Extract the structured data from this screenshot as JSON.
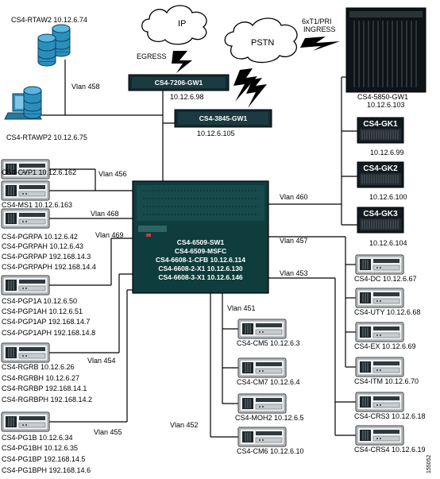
{
  "clouds": {
    "ip": "IP",
    "pstn": "PSTN"
  },
  "links": {
    "egress": "EGRESS",
    "ingress_line1": "6xT1/PRI",
    "ingress_line2": "INGRESS"
  },
  "routers": {
    "gw7206": {
      "name": "CS4-7206-GW1",
      "ip": "10.12.6.98"
    },
    "gw3845": {
      "name": "CS4-3845-GW1",
      "ip": "10.12.6.105"
    },
    "gw5850": {
      "name": "CS4-5850-GW1",
      "ip": "10.12.6.103"
    }
  },
  "gatekeepers": [
    {
      "name": "CS4-GK1",
      "ip": "10.12.6.99"
    },
    {
      "name": "CS4-GK2",
      "ip": "10.12.6.100"
    },
    {
      "name": "CS4-GK3",
      "ip": "10.12.6.104"
    }
  ],
  "workstations": {
    "rtaw2": "CS4-RTAW2 10.12.6.74",
    "rtawp2": "CS4-RTAWP2 10.12.6.75"
  },
  "core_switch": {
    "lines": [
      "CS4-6509-SW1",
      "CS4-6509-MSFC",
      "CS4-6608-1-CFB 10.12.6.114",
      "CS4-6608-2-X1 10.12.6.130",
      "CS4-6608-3-X1 10.12.6.146"
    ]
  },
  "vlans": {
    "v458": "Vlan 458",
    "v456": "Vlan 456",
    "v468": "Vlan 468",
    "v469": "Vlan 469",
    "v454": "Vlan 454",
    "v455": "Vlan 455",
    "v460": "Vlan 460",
    "v457": "Vlan 457",
    "v453": "Vlan 453",
    "v451": "Vlan 451",
    "v452": "Vlan 452"
  },
  "left_servers": {
    "cvp1": "CS4-CVP1 10.12.6.162",
    "ms1": "CS4-MS1 10.12.6.163",
    "pgr": [
      "CS4-PGRPA 10.12.6.42",
      "CS4-PGRPAH 10.12.6.43",
      "CS4-PGRPAP 192.168.14.3",
      "CS4-PGRPAPH 192.168.14.4"
    ],
    "pgp1": [
      "CS4-PGP1A 10.12.6.50",
      "CS4-PGP1AH 10.12.6.51",
      "CS4-PGP1AP 192.168.14.7",
      "CS4-PGP1APH 192.168.14.8"
    ],
    "rgr": [
      "CS4-RGRB 10.12.6.26",
      "CS4-RGRBH 10.12.6.27",
      "CS4-RGRBP 192.168.14.1",
      "CS4-RGRBPH 192.168.14.2"
    ],
    "pg1b": [
      "CS4-PG1B 10.12.6.34",
      "CS4-PG1BH 10.12.6.35",
      "CS4-PG1BP 192.168.14.5",
      "CS4-PG1BPH 192.168.14.6"
    ]
  },
  "middle_servers": [
    "CS4-CM5 10.12.6.3",
    "CS4-CM7 10.12.6.4",
    "CS4-MOH2 10.12.6.5",
    "CS4-CM6 10.12.6.10"
  ],
  "right_servers": [
    "CS4-DC 10.12.6.67",
    "CS4-UTY 10.12.6.68",
    "CS4-EX 10.12.6.69",
    "CS4-ITM 10.12.6.70",
    "CS4-CRS3 10.12.6.18",
    "CS4-CRS4 10.12.6.19"
  ],
  "figure_id": "155052",
  "colors": {
    "switch_teal": "#0f3c3c",
    "router_dark": "#122a30",
    "workstation_blue": "#2a8fbd"
  }
}
